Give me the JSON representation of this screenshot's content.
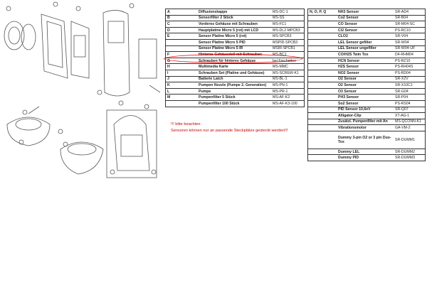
{
  "parts_table": [
    [
      "A",
      "Diffusionskappe",
      "MS-DC-1"
    ],
    [
      "B",
      "Sensorfilter 2 Stück",
      "MS-SS"
    ],
    [
      "C",
      "Vorderes Gehäuse  mit  Schrauben",
      "MS-FC1"
    ],
    [
      "D",
      "Hauptplatine Micro 5 (rot) mit LCD",
      "MS-DL2-MPCB3"
    ],
    [
      "E",
      "Sensor Platine Micro 5 (rot)",
      "MS-SPCB3"
    ],
    [
      "",
      "Sensor Platine Micro 5 PID",
      "MSPID-SPCB3"
    ],
    [
      "",
      "Sensor Platine Micro 5 IR",
      "MSIR-SPCB1"
    ],
    [
      "F",
      "Hinteres Gehäuseteil mit Schrauben",
      "MS-BC1"
    ],
    [
      "G",
      "Schrauben für hinteres Gehäuse",
      "bei Farchetten"
    ],
    [
      "H",
      "Multimedia Karte",
      "MS-MMC"
    ],
    [
      "I",
      "Schrauben Set (Platine und Gehäuse)",
      "MS-SCREW-K1"
    ],
    [
      "J",
      "Batterie Latch",
      "MS-BL-1"
    ],
    [
      "K",
      "Pumpen Nozzle (Pumpe 2. Generation)",
      "MS-PN-1"
    ],
    [
      "L",
      "Pumpe",
      "MS-PR-1"
    ],
    [
      "M",
      "Pumpenfilter 5 Stück",
      "MS-AF-K2"
    ],
    [
      "",
      "Pumpenfilter 100 Stück",
      "MS-AF-K3-100"
    ]
  ],
  "sensor_table": [
    [
      "N, O, P, Q",
      "NH3 Sensor",
      "SR-AD4"
    ],
    [
      "",
      "Co2 Sensor",
      "SR-B04"
    ],
    [
      "",
      "CO Sensor",
      "SR-M04-SC"
    ],
    [
      "",
      "Cl2 Sensor",
      "PS-RC10"
    ],
    [
      "",
      "CLO2",
      "SR-V04"
    ],
    [
      "",
      "LEL Sensor gefilter",
      "SR-W04"
    ],
    [
      "",
      "LEL Sensor ungefilter",
      "SR-W04-UF"
    ],
    [
      "",
      "CO/H2S Twin Tox",
      "D4-RHM04"
    ],
    [
      "",
      "HCN Sensor",
      "PS-RZ10"
    ],
    [
      "",
      "H2S Sensor",
      "PS-RH04S"
    ],
    [
      "",
      "NO2 Sensor",
      "PS-RD04"
    ],
    [
      "",
      "O2 Sensor",
      "SR-X2V"
    ],
    [
      "",
      "O2 Sensor",
      "SR-X10C1"
    ],
    [
      "",
      "O3 Sensor",
      "SR-G04"
    ],
    [
      "",
      "PH3 Sensor",
      "SR-P04"
    ],
    [
      "",
      "So2 Sensor",
      "PS-RS04"
    ],
    [
      "",
      "PID Sensor 10,6eV",
      "SR-Q07"
    ],
    [
      "",
      "Alligator-Clip",
      "XT-AG-1"
    ],
    [
      "",
      "Zusätzl. Pumpenfilter mit An",
      "MS-QCONN-K1"
    ],
    [
      "",
      "Vibrationsmotor",
      "GA-VM-2"
    ],
    [
      "",
      "Dummy 3-pin O2 or 3 pin Duo-Tox",
      "SR-DUMM1"
    ],
    [
      "",
      "Dummy  LEL",
      "SR-DUMM2"
    ],
    [
      "",
      "Dummy  PID",
      "SR-DUMM3"
    ]
  ],
  "notes": [
    "!!! bitte beachten:",
    "Sensoren können nur an passende Steckplätze gesteckt werden!!!"
  ],
  "highlight_color": "#e00000"
}
